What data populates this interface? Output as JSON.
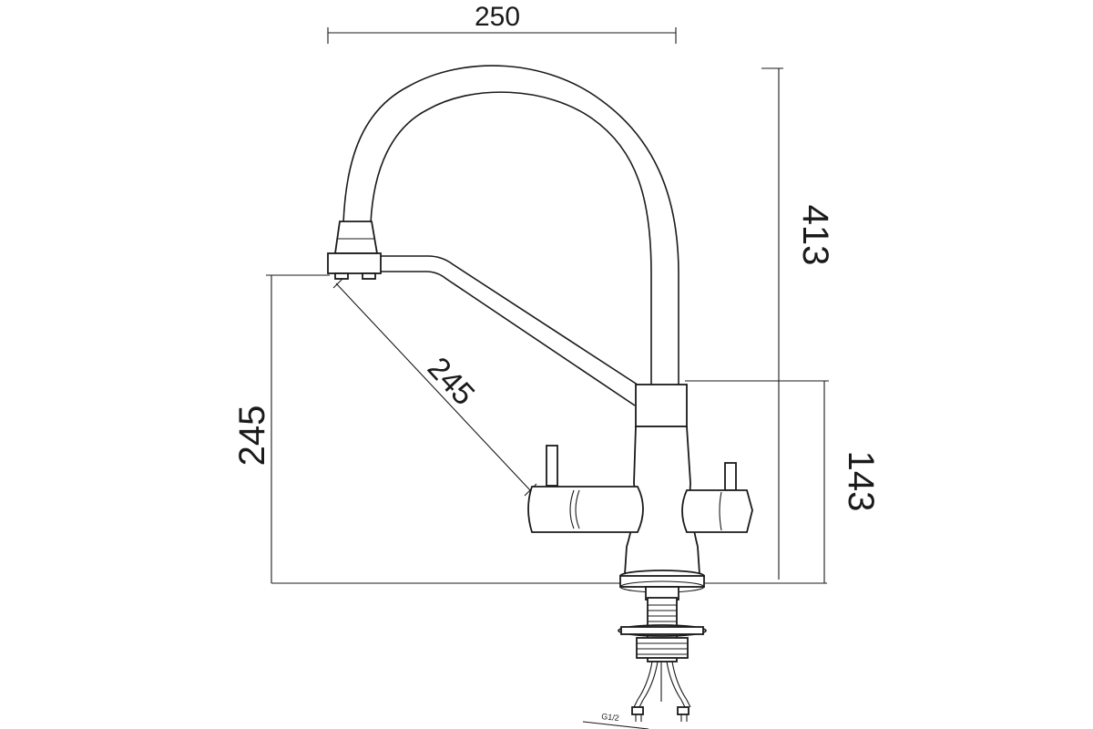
{
  "dimensions": {
    "spout_reach": "250",
    "total_height": "413",
    "spout_height": "245",
    "handle_length": "245",
    "body_height": "143"
  },
  "connection_label": "G1/2",
  "colors": {
    "line": "#1a1a1a",
    "background": "#ffffff"
  }
}
